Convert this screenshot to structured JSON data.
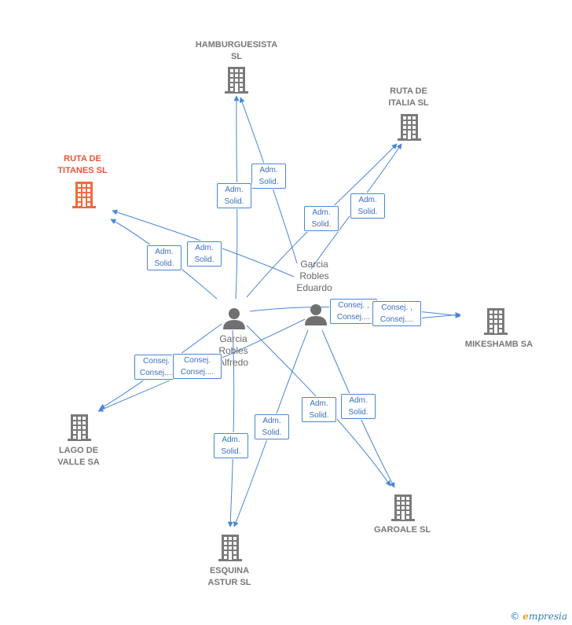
{
  "companies": {
    "hamburguesista": {
      "label": "HAMBURGUESISTA\nSL",
      "highlight": false
    },
    "ruta_italia": {
      "label": "RUTA DE\nITALIA  SL",
      "highlight": false
    },
    "ruta_titanes": {
      "label": "RUTA DE\nTITANES  SL",
      "highlight": true
    },
    "mikeshamb": {
      "label": "MIKESHAMB SA",
      "highlight": false
    },
    "lago_valle": {
      "label": "LAGO DE\nVALLE SA",
      "highlight": false
    },
    "garoale": {
      "label": "GAROALE  SL",
      "highlight": false
    },
    "esquina_astur": {
      "label": "ESQUINA\nASTUR  SL",
      "highlight": false
    }
  },
  "persons": {
    "eduardo": {
      "label": "Garcia\nRobles\nEduardo"
    },
    "alfredo": {
      "label": "Garcia\nRobles\nAlfredo"
    }
  },
  "relations": {
    "adm_solid": "Adm.\nSolid.",
    "consej_1": "Consej. ,\nConsej....",
    "consej_2": "Consej.\nConsej...."
  },
  "colors": {
    "edge": "#4a86d8",
    "company_icon": "#7a7a7a",
    "highlight_icon": "#f26a3d",
    "person_icon": "#707070"
  },
  "brand": {
    "copyright": "©",
    "initial": "e",
    "name": "mpresia"
  }
}
